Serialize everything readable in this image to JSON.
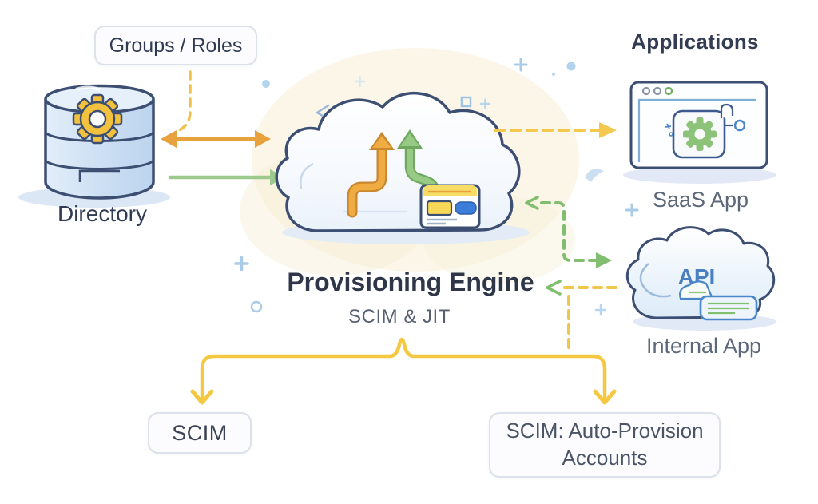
{
  "diagram": {
    "groups_roles_label": "Groups / Roles",
    "directory_label": "Directory",
    "applications_heading": "Applications",
    "engine_title": "Provisioning Engine",
    "engine_subtitle": "SCIM & JIT",
    "saas_app_label": "SaaS App",
    "internal_app_label": "Internal App",
    "api_text": "API",
    "scim_label": "SCIM",
    "auto_provision_line1": "SCIM: Auto-Provision",
    "auto_provision_line2": "Accounts"
  },
  "colors": {
    "outline_navy": "#3d4e73",
    "arrow_orange": "#e8a23d",
    "arrow_green": "#8fc57d",
    "branch_yellow": "#f5c842",
    "dashed_yellow": "#efc14a",
    "gear_yellow": "#f2c23e",
    "gear_green": "#8dc378",
    "api_blue": "#4a7fc1",
    "dark_text": "#2f3b52",
    "gray_text": "#5c6779",
    "decor_blue": "#a9cbe8"
  }
}
